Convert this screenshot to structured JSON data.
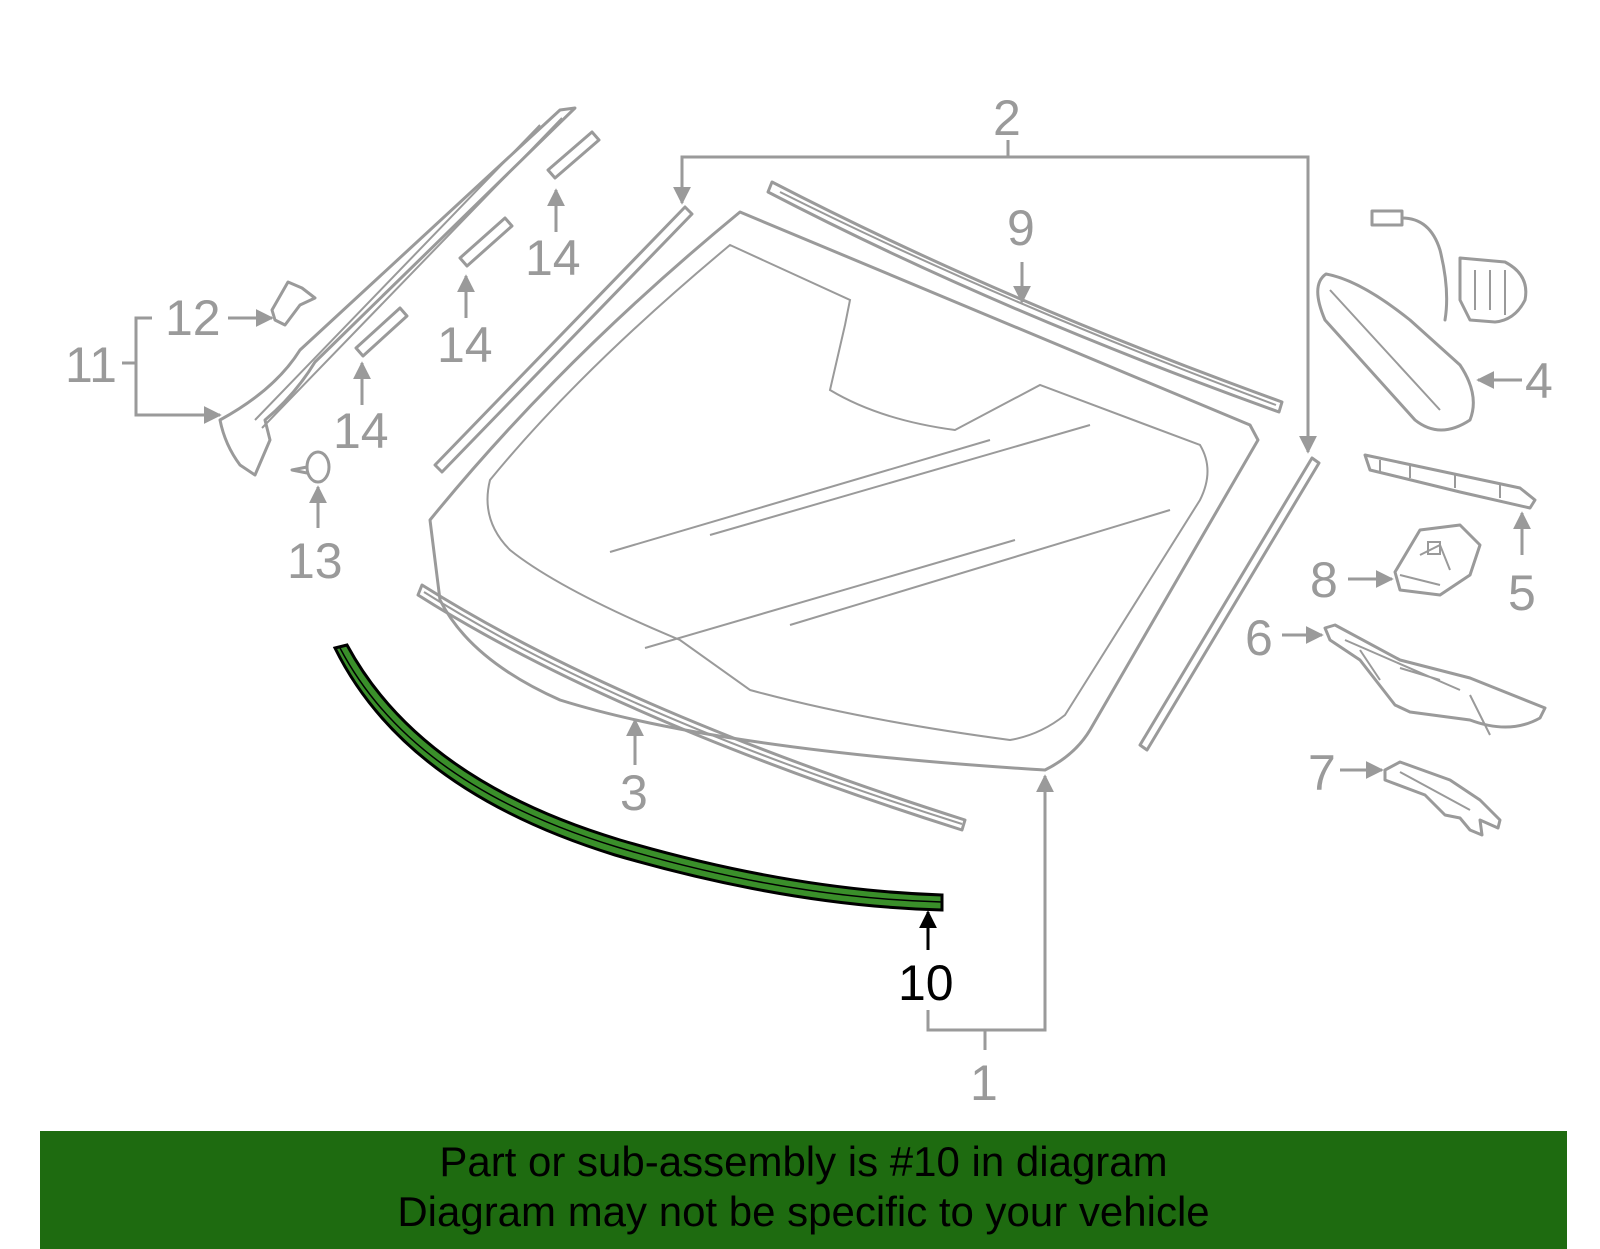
{
  "diagram": {
    "callouts": {
      "c1": "1",
      "c2": "2",
      "c3": "3",
      "c4": "4",
      "c5": "5",
      "c6": "6",
      "c7": "7",
      "c8": "8",
      "c9": "9",
      "c10": "10",
      "c11": "11",
      "c12": "12",
      "c13": "13",
      "c14a": "14",
      "c14b": "14",
      "c14c": "14"
    },
    "highlighted_part": "10",
    "colors": {
      "part_line": "#9a9a9a",
      "highlight_fill": "#3a8f2a",
      "highlight_line": "#000000",
      "banner": "#1e6b10"
    }
  },
  "banner": {
    "line1": "Part or sub-assembly is #10 in diagram",
    "line2": "Diagram may not be specific to your vehicle"
  }
}
